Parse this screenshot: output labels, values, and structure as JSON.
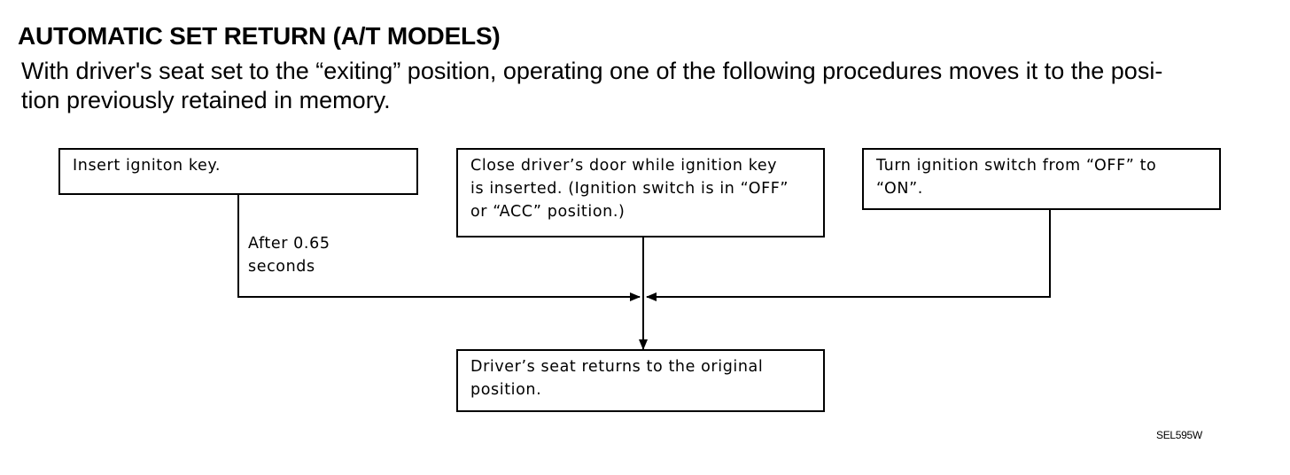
{
  "section": {
    "title": "AUTOMATIC SET RETURN (A/T MODELS)",
    "intro_line1": "With driver's seat set to the “exiting” position, operating one of the following procedures moves it to the posi-",
    "intro_line2": "tion previously retained in memory."
  },
  "flowchart": {
    "condition_1": {
      "line1": "Insert igniton key."
    },
    "condition_2": {
      "line1": "Close driver’s door while ignition key",
      "line2": "is inserted. (Ignition switch is in “OFF”",
      "line3": "or “ACC” position.)"
    },
    "condition_3": {
      "line1": "Turn ignition switch from “OFF” to",
      "line2": "“ON”."
    },
    "delay_label": {
      "line1": "After 0.65",
      "line2": "seconds"
    },
    "result": {
      "line1": "Driver’s seat returns to the original",
      "line2": "position."
    }
  },
  "figure_id": "SEL595W"
}
